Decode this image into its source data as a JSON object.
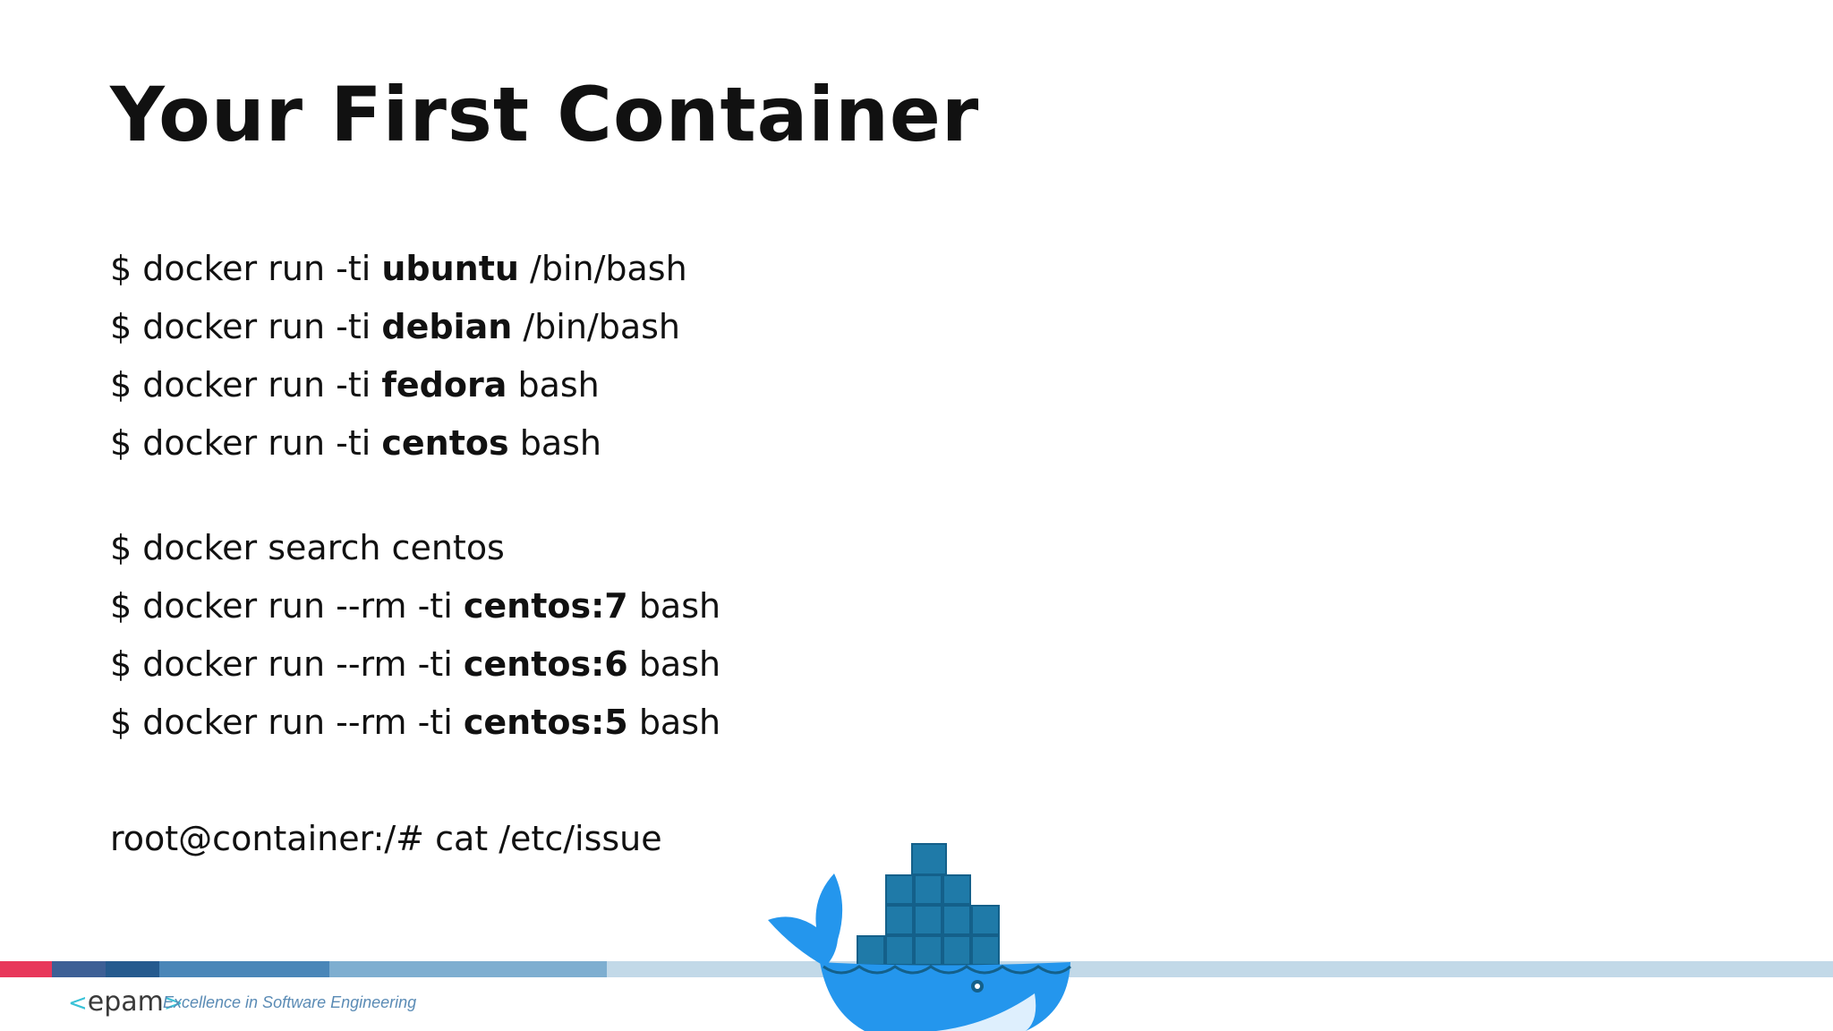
{
  "slide": {
    "title": "Your First Container",
    "commands": [
      {
        "pre": "$ docker run -ti ",
        "bold": "ubuntu",
        "post": " /bin/bash"
      },
      {
        "pre": "$ docker run -ti ",
        "bold": "debian",
        "post": " /bin/bash"
      },
      {
        "pre": "$ docker run -ti ",
        "bold": "fedora",
        "post": " bash"
      },
      {
        "pre": "$ docker run -ti ",
        "bold": "centos",
        "post": " bash"
      },
      {
        "pre": "$ docker search centos",
        "bold": "",
        "post": ""
      },
      {
        "pre": "$ docker run --rm -ti ",
        "bold": "centos:7",
        "post": " bash"
      },
      {
        "pre": "$ docker run --rm -ti ",
        "bold": "centos:6",
        "post": " bash"
      },
      {
        "pre": "$ docker run --rm -ti ",
        "bold": "centos:5",
        "post": " bash"
      },
      {
        "pre": "root@container:/# cat /etc/issue",
        "bold": "",
        "post": ""
      }
    ]
  },
  "footer": {
    "logo_text": "epam",
    "logo_left": "<",
    "logo_right": ">",
    "tagline": "Excellence in Software Engineering",
    "bar_colors": [
      "#e8375a",
      "#3d5f95",
      "#255a8e",
      "#4a86b8",
      "#7eaed0",
      "#c2d9e8"
    ]
  },
  "illustration": {
    "icon": "docker-whale-icon",
    "whale_color": "#2496ed",
    "container_color": "#1f7aa8"
  }
}
